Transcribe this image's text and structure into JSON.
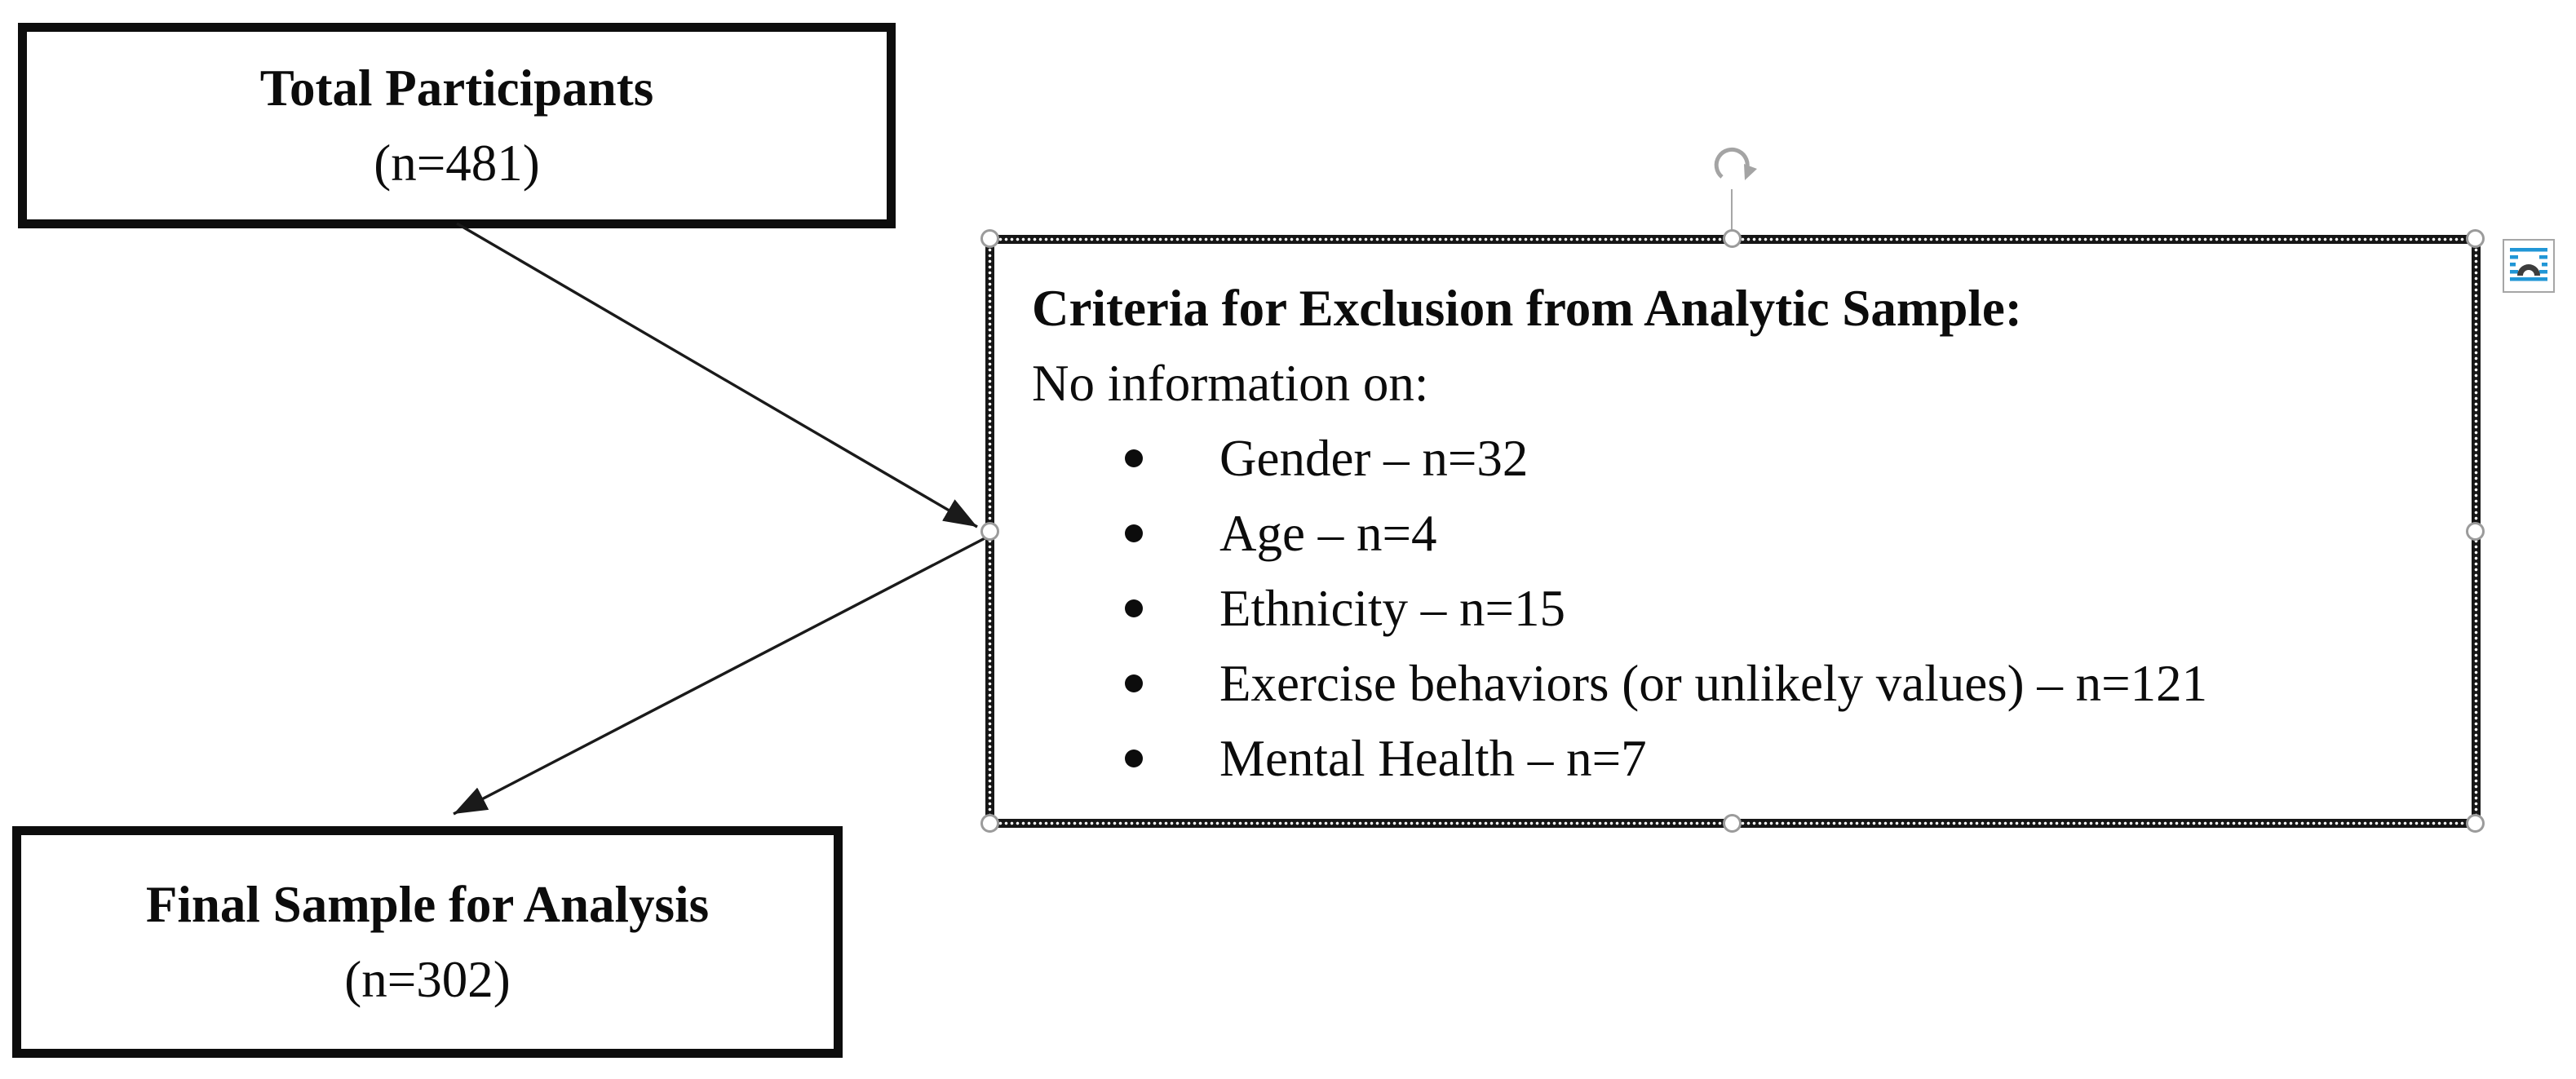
{
  "flowchart": {
    "total_box": {
      "title": "Total Participants",
      "count": "(n=481)"
    },
    "final_box": {
      "title": "Final Sample for Analysis",
      "count": "(n=302)"
    },
    "exclusion_box": {
      "title": "Criteria for Exclusion from Analytic Sample:",
      "subtitle": "No information on:",
      "items": [
        "Gender – n=32",
        "Age – n=4",
        "Ethnicity – n=15",
        "Exercise behaviors (or unlikely values) – n=121",
        "Mental Health – n=7"
      ]
    },
    "arrows": [
      {
        "from": "total_box",
        "to": "exclusion_box"
      },
      {
        "from": "exclusion_box",
        "to": "final_box"
      }
    ]
  },
  "selection_ui": {
    "selected_shape": "exclusion_box",
    "handles": [
      "top-left",
      "top-center",
      "top-right",
      "middle-left",
      "middle-right",
      "bottom-left",
      "bottom-center",
      "bottom-right"
    ],
    "icons": {
      "rotate_handle": "rotate-clockwise-arrow",
      "layout_options_button": "text-wrap-tight-lines-over-arc"
    }
  },
  "colors": {
    "background": "#ffffff",
    "text": "#0c0c0c",
    "box_border": "#0d0d0d",
    "arrow": "#1a1a1a",
    "selection_border": "#161616",
    "handle_ring": "#9b9b9b",
    "rotate_gray": "#a4a4a4",
    "layout_icon_blue": "#2196d6",
    "layout_icon_arc": "#3d3d3d"
  }
}
